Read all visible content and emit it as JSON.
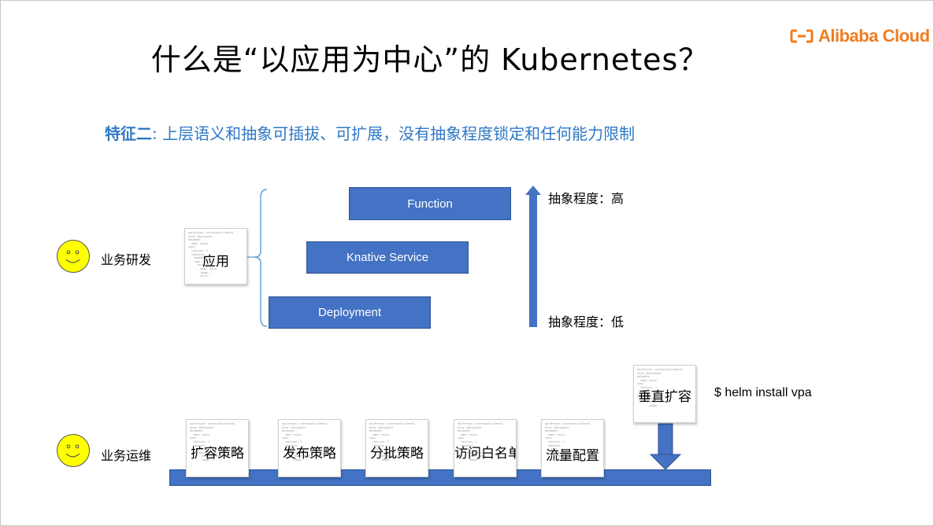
{
  "title": "什么是“以应用为中心”的 Kubernetes？",
  "logo": {
    "text": "Alibaba Cloud",
    "color": "#f07c1e"
  },
  "subtitle": {
    "lead": "特征二",
    "text": ": 上层语义和抽象可插拔、可扩展，没有抽象程度锁定和任何能力限制",
    "color": "#2f78c4"
  },
  "dev": {
    "role": "业务研发",
    "app_label": "应用",
    "layers": [
      "Function",
      "Knative Service",
      "Deployment"
    ],
    "abstraction_high": "抽象程度：高",
    "abstraction_low": "抽象程度：低"
  },
  "ops": {
    "role": "业务运维",
    "policies": [
      "扩容策略",
      "发布策略",
      "分批策略",
      "访问白名单",
      "流量配置"
    ],
    "vertical": "垂直扩容",
    "command": "$ helm install vpa"
  },
  "colors": {
    "layer_fill": "#4472c4",
    "face": "#ffff00"
  }
}
